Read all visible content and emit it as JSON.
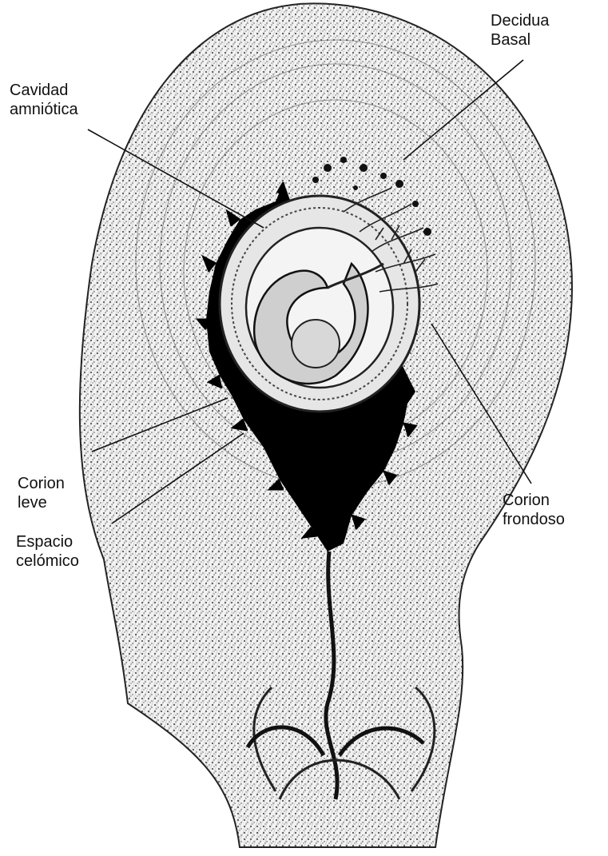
{
  "labels": {
    "decidua_basal": [
      "Decidua",
      "Basal"
    ],
    "cavidad_amniotica": [
      "Cavidad",
      "amniótica"
    ],
    "corion_leve": [
      "Corion",
      "leve"
    ],
    "corion_frondoso": [
      "Corion",
      "frondoso"
    ],
    "espacio_celomico": [
      "Espacio",
      "celómico"
    ]
  },
  "colors": {
    "background": "#ffffff",
    "ink": "#111111",
    "tissue": "#d9d9d9",
    "cavity": "#000000"
  }
}
